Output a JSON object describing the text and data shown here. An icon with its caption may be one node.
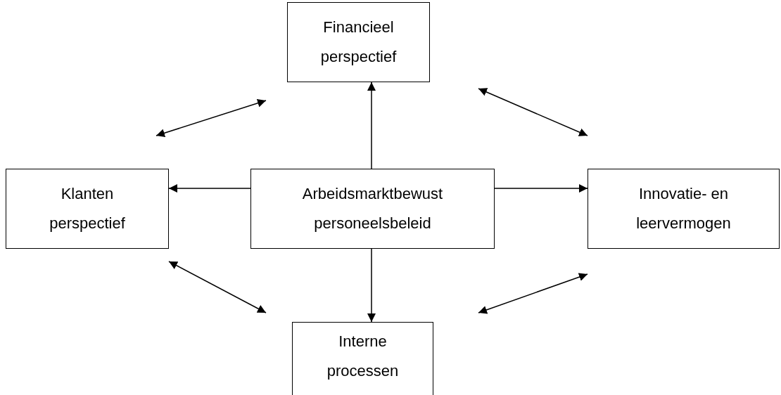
{
  "diagram": {
    "nodes": [
      {
        "text": [
          "Financieel perspectief"
        ]
      },
      {
        "text": [
          "Klanten perspectief"
        ]
      },
      {
        "text": [
          "Arbeidsmarktbewust personeelsbeleid"
        ]
      },
      {
        "text": [
          "Innovatie- en leervermogen"
        ]
      },
      {
        "text": [
          "Interne processen"
        ]
      }
    ],
    "edges": [
      {
        "from": 2,
        "to": 0,
        "arrow": "to"
      },
      {
        "from": 2,
        "to": 1,
        "arrow": "to"
      },
      {
        "from": 2,
        "to": 3,
        "arrow": "to"
      },
      {
        "from": 2,
        "to": 4,
        "arrow": "to"
      },
      {
        "from": 1,
        "to": 0,
        "arrow": "both"
      },
      {
        "from": 0,
        "to": 3,
        "arrow": "both"
      },
      {
        "from": 1,
        "to": 4,
        "arrow": "both"
      },
      {
        "from": 4,
        "to": 3,
        "arrow": "both"
      }
    ]
  }
}
